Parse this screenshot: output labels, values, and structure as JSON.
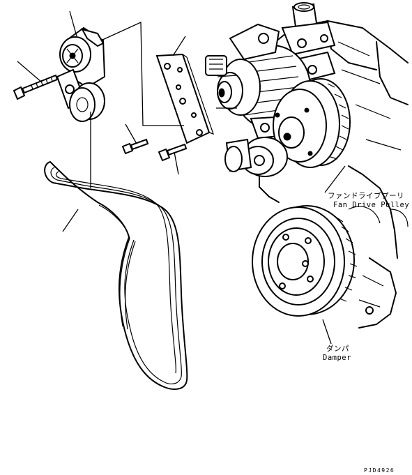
{
  "labels": {
    "fan_drive_pulley_jp": "ファンドライブプーリ",
    "fan_drive_pulley_en": "Fan Drive Pulley",
    "damper_jp": "ダンパ",
    "damper_en": "Damper",
    "drawing_code": "PJD4926"
  }
}
